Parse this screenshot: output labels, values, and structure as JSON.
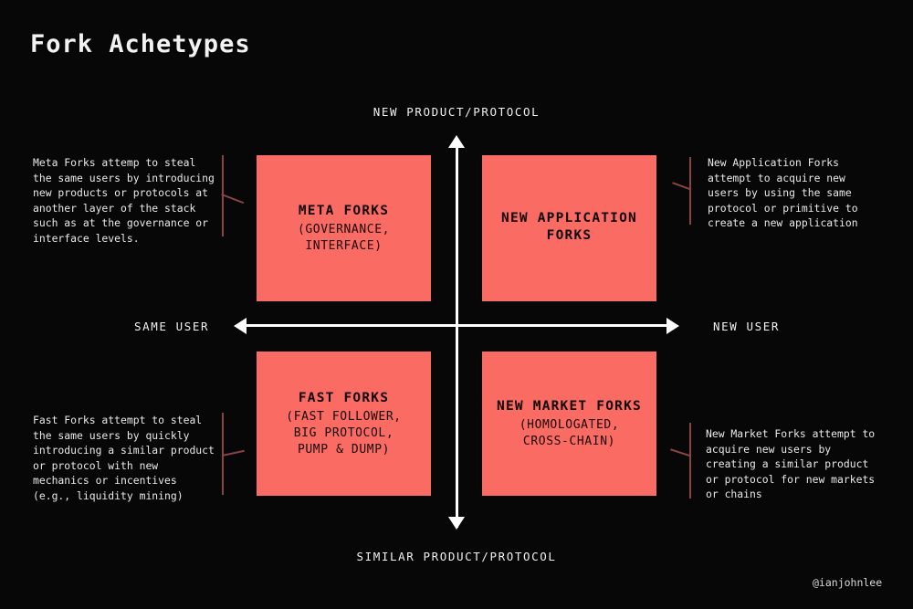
{
  "page": {
    "title": "Fork Achetypes",
    "background_color": "#070707",
    "accent_color": "#fa6c63",
    "axis_color": "#ffffff",
    "leader_color": "#8a4343",
    "credit": "@ianjohnlee"
  },
  "axes": {
    "top_label": "NEW PRODUCT/PROTOCOL",
    "bottom_label": "SIMILAR PRODUCT/PROTOCOL",
    "left_label": "SAME USER",
    "right_label": "NEW USER"
  },
  "quadrants": [
    {
      "id": "meta-forks",
      "position": "top-left",
      "title": "META FORKS",
      "subtitle": "(GOVERNANCE,\nINTERFACE)",
      "note": "Meta Forks attemp to steal\nthe same users by introducing\nnew products or protocols at\nanother layer of the stack\nsuch as at the governance or\ninterface levels."
    },
    {
      "id": "new-application-forks",
      "position": "top-right",
      "title": "NEW APPLICATION\nFORKS",
      "subtitle": "",
      "note": "New Application Forks\nattempt to acquire new\nusers by using the same\nprotocol or primitive to\ncreate a new application"
    },
    {
      "id": "fast-forks",
      "position": "bottom-left",
      "title": "FAST FORKS",
      "subtitle": "(FAST FOLLOWER,\nBIG PROTOCOL,\nPUMP & DUMP)",
      "note": "Fast Forks attempt to steal\nthe same users by quickly\nintroducing a similar product\nor protocol with new\nmechanics or incentives\n(e.g., liquidity mining)"
    },
    {
      "id": "new-market-forks",
      "position": "bottom-right",
      "title": "NEW MARKET FORKS",
      "subtitle": "(HOMOLOGATED,\nCROSS-CHAIN)",
      "note": "New Market Forks attempt to\nacquire new users by\ncreating a similar product\nor protocol for new markets\nor chains"
    }
  ]
}
